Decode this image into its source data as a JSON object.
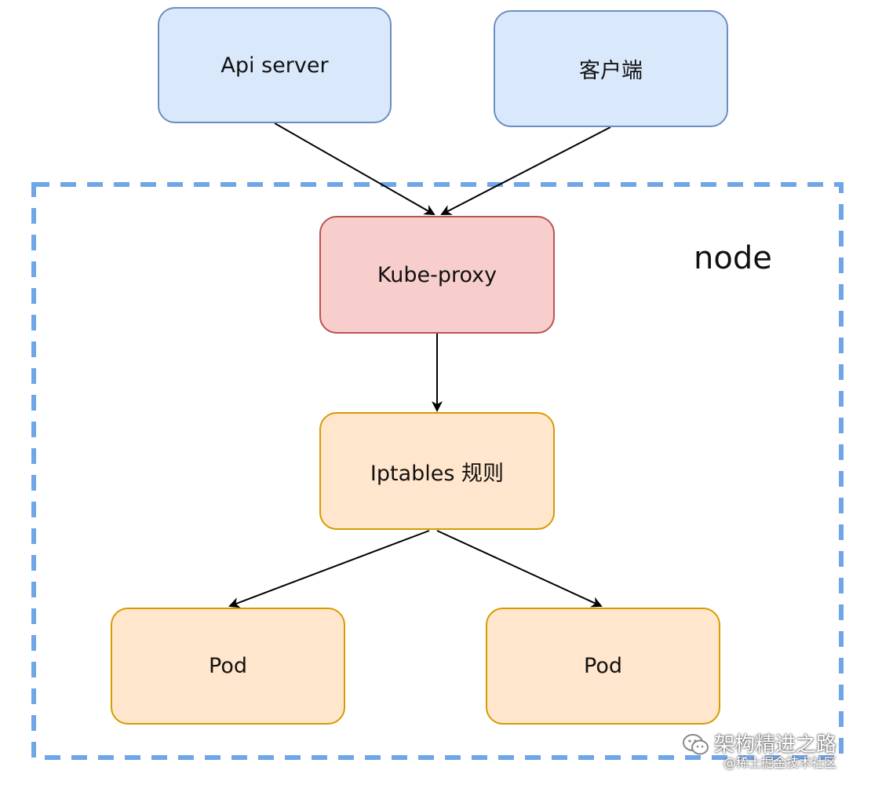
{
  "diagram": {
    "container_label": "node",
    "boxes": {
      "api_server": "Api server",
      "client": "客户端",
      "kube_proxy": "Kube-proxy",
      "iptables": "Iptables 规则",
      "pod_left": "Pod",
      "pod_right": "Pod"
    },
    "edges": [
      {
        "from": "api_server",
        "to": "kube_proxy"
      },
      {
        "from": "client",
        "to": "kube_proxy"
      },
      {
        "from": "kube_proxy",
        "to": "iptables"
      },
      {
        "from": "iptables",
        "to": "pod_left"
      },
      {
        "from": "iptables",
        "to": "pod_right"
      }
    ],
    "colors": {
      "container_border": "#6ea6e8",
      "blue_fill": "#dae8fc",
      "blue_border": "#6c8ebf",
      "red_fill": "#f8cecc",
      "red_border": "#b85450",
      "amber_fill": "#fff2cc",
      "amber_border": "#d6b656",
      "orange_fill": "#ffe6cc",
      "orange_border": "#d79b00"
    }
  },
  "watermark": {
    "title": "架构精进之路",
    "subtitle": "@稀土掘金技术社区",
    "icon": "wechat-icon"
  }
}
